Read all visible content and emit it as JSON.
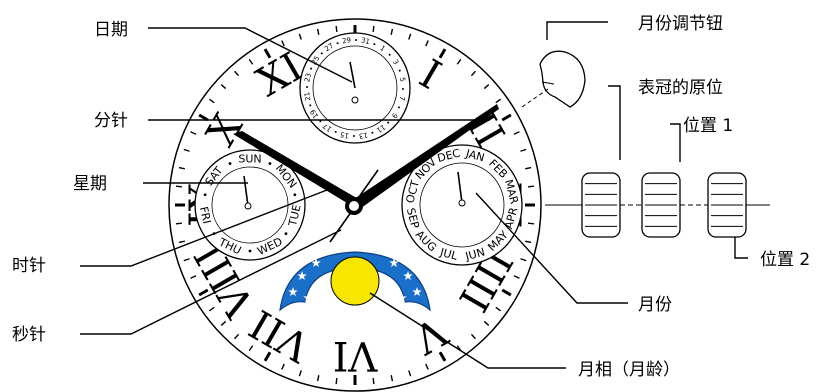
{
  "labels": {
    "date": "日期",
    "minute_hand": "分针",
    "weekday": "星期",
    "hour_hand": "时针",
    "second_hand": "秒针",
    "month_button": "月份调节钮",
    "crown_home": "表冠的原位",
    "position_1": "位置 1",
    "position_2": "位置 2",
    "month": "月份",
    "moon_phase": "月相（月龄）"
  },
  "roman_numerals": [
    "I",
    "II",
    "III",
    "IIII",
    "V",
    "VI",
    "VII",
    "VIII",
    "IX",
    "X",
    "XI"
  ],
  "date_numbers": [
    "29",
    "31",
    "1",
    "3",
    "5",
    "7",
    "9",
    "11",
    "13",
    "15",
    "17",
    "19",
    "21",
    "23",
    "25",
    "27"
  ],
  "weekdays": [
    "SUN",
    "MON",
    "TUE",
    "WED",
    "THU",
    "FRI",
    "SAT"
  ],
  "months": [
    "JAN",
    "FEB",
    "MAR",
    "APR",
    "MAY",
    "JUN",
    "JUL",
    "AUG",
    "SEP",
    "OCT",
    "NOV",
    "DEC"
  ],
  "colors": {
    "moon_disc": "#f7e600",
    "sky": "#1a6fc9",
    "sky_edge": "#0b3f86",
    "stars": "#ffffff",
    "ink": "#000000"
  }
}
